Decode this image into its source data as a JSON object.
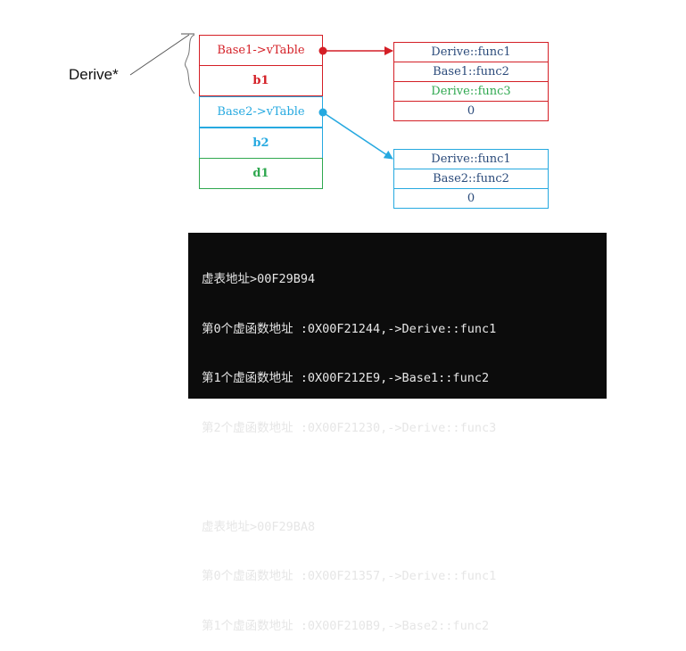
{
  "colors": {
    "red": "#d41f26",
    "blue": "#26a9e0",
    "green": "#2fa84f",
    "navy": "#2a4a7a"
  },
  "pointer_label": "Derive*",
  "object_layout": [
    {
      "label": "Base1->vTable",
      "color": "red"
    },
    {
      "label": "b1",
      "color": "red"
    },
    {
      "label": "Base2->vTable",
      "color": "blue"
    },
    {
      "label": "b2",
      "color": "blue"
    },
    {
      "label": "d1",
      "color": "green"
    }
  ],
  "vtable1": [
    {
      "label": "Derive::func1",
      "color": "navy"
    },
    {
      "label": "Base1::func2",
      "color": "navy"
    },
    {
      "label": "Derive::func3",
      "color": "green"
    },
    {
      "label": "0",
      "color": "navy"
    }
  ],
  "vtable2": [
    {
      "label": "Derive::func1",
      "color": "navy"
    },
    {
      "label": "Base2::func2",
      "color": "navy"
    },
    {
      "label": "0",
      "color": "navy"
    }
  ],
  "console_lines": [
    "虚表地址>00F29B94",
    "第0个虚函数地址 :0X00F21244,->Derive::func1",
    "第1个虚函数地址 :0X00F212E9,->Base1::func2",
    "第2个虚函数地址 :0X00F21230,->Derive::func3",
    "",
    "虚表地址>00F29BA8",
    "第0个虚函数地址 :0X00F21357,->Derive::func1",
    "第1个虚函数地址 :0X00F210B9,->Base2::func2"
  ]
}
